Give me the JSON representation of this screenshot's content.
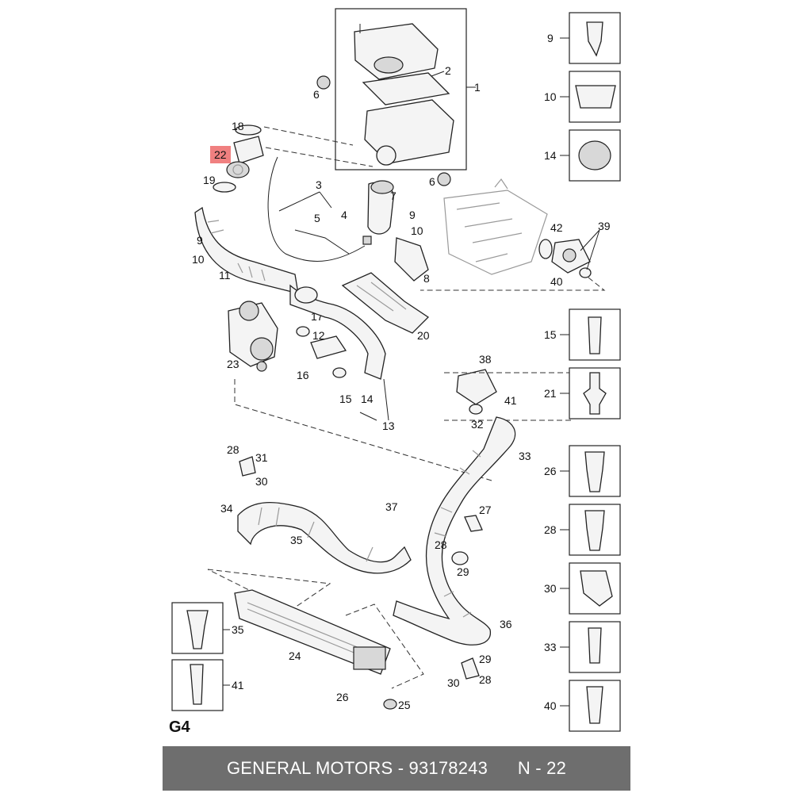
{
  "diagram": {
    "code": "G4",
    "highlighted_part": "22",
    "highlight_color": "#f08080",
    "callouts": {
      "c1": "1",
      "c2": "2",
      "c3": "3",
      "c4": "4",
      "c5": "5",
      "c6a": "6",
      "c6b": "6",
      "c7": "7",
      "c8": "8",
      "c9a": "9",
      "c9b": "9",
      "c10a": "10",
      "c10b": "10",
      "c11": "11",
      "c12": "12",
      "c13": "13",
      "c14": "14",
      "c15": "15",
      "c16": "16",
      "c17": "17",
      "c18": "18",
      "c19": "19",
      "c20": "20",
      "c22": "22",
      "c23": "23",
      "c24": "24",
      "c25": "25",
      "c26": "26",
      "c27": "27",
      "c28a": "28",
      "c28b": "28",
      "c28c": "28",
      "c29a": "29",
      "c29b": "29",
      "c30a": "30",
      "c30b": "30",
      "c31": "31",
      "c32": "32",
      "c33": "33",
      "c34": "34",
      "c35": "35",
      "c36": "36",
      "c37": "37",
      "c38": "38",
      "c39": "39",
      "c40": "40",
      "c41": "41",
      "c42": "42"
    },
    "side_boxes": {
      "s9": "9",
      "s10": "10",
      "s14": "14",
      "s15": "15",
      "s21": "21",
      "s26": "26",
      "s28": "28",
      "s30": "30",
      "s33": "33",
      "s40": "40",
      "s35": "35",
      "s41": "41"
    }
  },
  "footer": {
    "brand": "GENERAL MOTORS",
    "separator": " - ",
    "part_number": "93178243",
    "gap": "      ",
    "position": "N - 22"
  }
}
